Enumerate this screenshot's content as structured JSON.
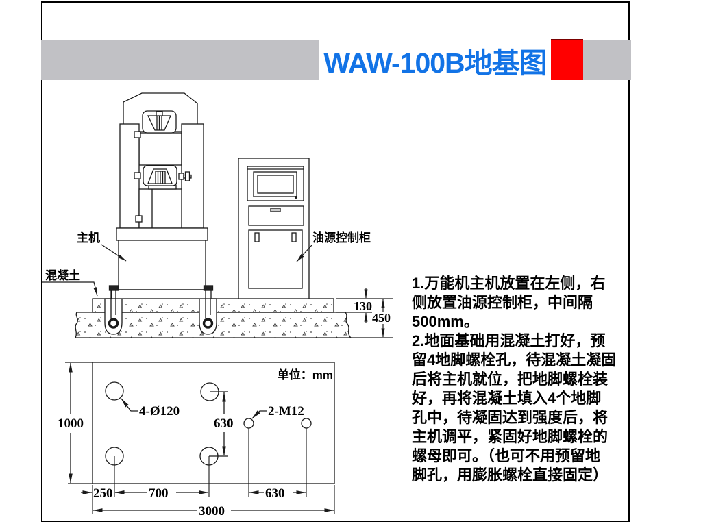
{
  "title": {
    "text": "WAW-100B地基图"
  },
  "colors": {
    "title_blue": "#1273e6",
    "accent_red": "#ff0000",
    "bar_gray": "#c1c1c5",
    "line": "#1a1a1a"
  },
  "elevation": {
    "machine_label": "主机",
    "concrete_label": "混凝土",
    "cabinet_label": "油源控制柜",
    "dim_upper_layer": "130",
    "dim_total_depth": "450"
  },
  "plan": {
    "unit_note": "单位：mm",
    "holes_label": "4-Ø120",
    "bolts_label": "2-M12",
    "dim_width": "1000",
    "dim_bolt_span_v": "630",
    "dim_edge_offset": "250",
    "dim_hole_span": "700",
    "dim_bolt_span_h": "630",
    "dim_total_length": "3000"
  },
  "notes": {
    "lines": [
      "1.万能机主机放置在左侧，右",
      "侧放置油源控制柜，中间隔",
      "500mm。",
      "2.地面基础用混凝土打好，预",
      "留4地脚螺栓孔，待混凝土凝固",
      "后将主机就位，把地脚螺栓装",
      "好，再将混凝土填入4个地脚",
      "孔中，待凝固达到强度后，将",
      "主机调平，紧固好地脚螺栓的",
      "螺母即可。（也可不用预留地",
      "脚孔，用膨胀螺栓直接固定）"
    ]
  }
}
